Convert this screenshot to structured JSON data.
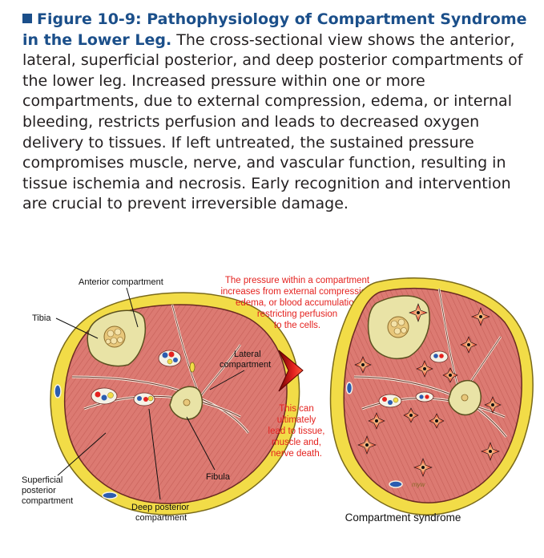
{
  "figure": {
    "number_title": "Figure 10-9: Pathophysiology of Compartment Syndrome in the Lower Leg.",
    "description": "The cross-sectional view shows the anterior, lateral, superficial posterior, and deep posterior compartments of the lower leg. Increased pressure within one or more compartments, due to external compression, edema, or internal bleeding, restricts perfusion and leads to decreased oxygen delivery to tissues. If left untreated, the sustained pressure compromises muscle, nerve, and vascular function, resulting in tissue ischemia and necrosis. Early recognition and intervention are crucial to prevent irreversible damage."
  },
  "labels": {
    "anterior": "Anterior compartment",
    "tibia": "Tibia",
    "lateral_1": "Lateral",
    "lateral_2": "compartment",
    "superficial_1": "Superficial",
    "superficial_2": "posterior",
    "superficial_3": "compartment",
    "deep_1": "Deep posterior",
    "deep_2": "compartment",
    "fibula": "Fibula",
    "syndrome": "Compartment syndrome",
    "signature": "myw"
  },
  "red_text": {
    "top": [
      "The pressure within a compartment",
      "increases from external compression,",
      "edema, or blood accumulation",
      "restricting perfusion",
      "to the cells."
    ],
    "bottom": [
      "This can",
      "ultimately",
      "lead to tissue,",
      "muscle and,",
      "nerve death."
    ]
  },
  "colors": {
    "accent": "#1b4f8a",
    "fat": "#f2dc47",
    "muscle": "#d9746e",
    "bone": "#e9e3a6",
    "red_text": "#e4221f"
  }
}
